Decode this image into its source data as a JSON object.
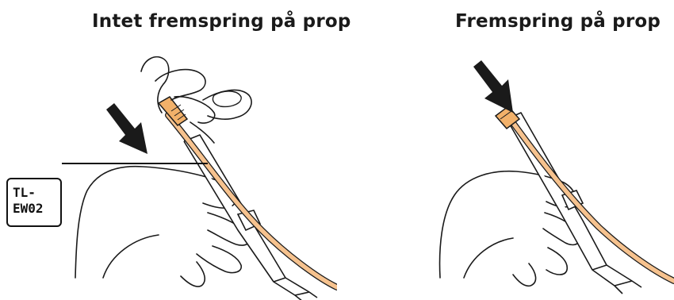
{
  "titles": {
    "left": "Intet fremspring på prop",
    "right": "Fremspring på prop"
  },
  "tool_label": {
    "line1": "TL-",
    "line2": "EW02"
  },
  "colors": {
    "cable": "#f6c28e",
    "plug": "#f2b16a",
    "outline": "#1a1a1a",
    "arrow": "#1a1a1a"
  }
}
